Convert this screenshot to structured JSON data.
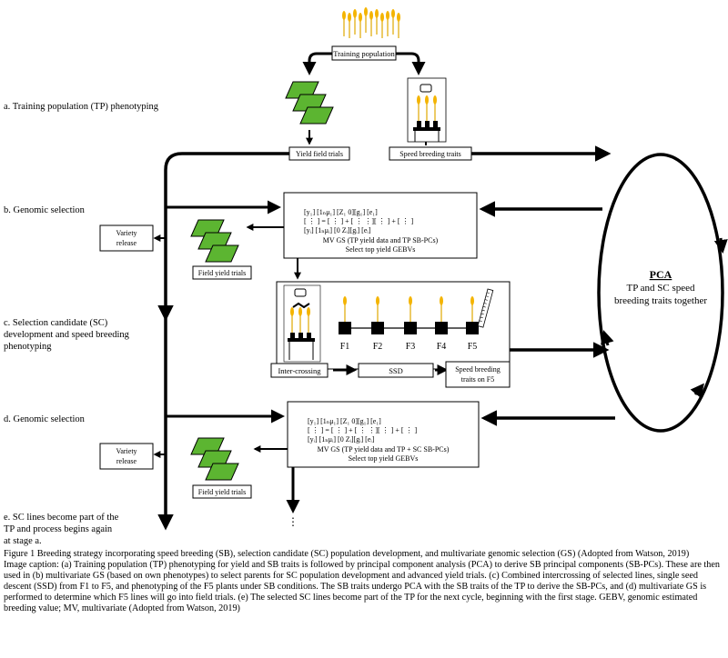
{
  "labels": {
    "training_population": "Training population",
    "yield_field_trials": "Yield field trials",
    "speed_breeding_traits": "Speed breeding traits",
    "field_yield_trials_1": "Field yield trials",
    "field_yield_trials_2": "Field yield trials",
    "variety_release_1": [
      "Variety",
      "release"
    ],
    "variety_release_2": [
      "Variety",
      "release"
    ],
    "intercrossing": "Inter-crossing",
    "ssd": "SSD",
    "speed_breeding_f5": [
      "Speed breeding",
      "traits on F5"
    ],
    "generations": [
      "F1",
      "F2",
      "F3",
      "F4",
      "F5"
    ],
    "mvgs_1": [
      "MV GS (TP yield data and TP SB-PCs)",
      "Select top yield GEBVs"
    ],
    "mvgs_2": [
      "MV GS (TP yield data and TP + SC SB-PCs)",
      "Select top yield GEBVs"
    ],
    "pca_title": "PCA",
    "pca_text": [
      "TP and SC speed",
      "breeding traits together"
    ],
    "ellipsis": "⋮"
  },
  "stages": {
    "a": "a. Training population (TP) phenotyping",
    "b": "b. Genomic selection",
    "c": [
      "c. Selection candidate (SC)",
      "development and speed breeding",
      "phenotyping"
    ],
    "d": "d. Genomic selection",
    "e": [
      "e. SC lines become part of the",
      "TP and process begins again",
      "at stage a."
    ]
  },
  "caption": {
    "figure": "Figure 1 Breeding strategy incorporating speed breeding (SB), selection candidate (SC) population development, and multivariate genomic selection (GS) (Adopted from Watson, 2019)",
    "image": "Image caption: (a) Training population (TP) phenotyping for yield and SB traits is followed by principal component analysis (PCA) to derive SB principal components (SB-PCs). These are then used in (b) multivariate GS (based on own phenotypes) to select parents for SC population development and advanced yield trials. (c) Combined intercrossing of selected lines, single seed descent (SSD) from F1 to F5, and phenotyping of the F5 plants under SB conditions. The SB traits undergo PCA with the SB traits of the TP to derive the SB-PCs, and (d) multivariate GS is performed to determine which F5 lines will go into field trials. (e) The selected SC lines become part of the TP for the next cycle, beginning with the first stage. GEBV, genomic estimated breeding value; MV, multivariate (Adopted from Watson, 2019)"
  },
  "colors": {
    "field_green": "#5cb531",
    "wheat": "#f4b400",
    "line": "#000000"
  }
}
